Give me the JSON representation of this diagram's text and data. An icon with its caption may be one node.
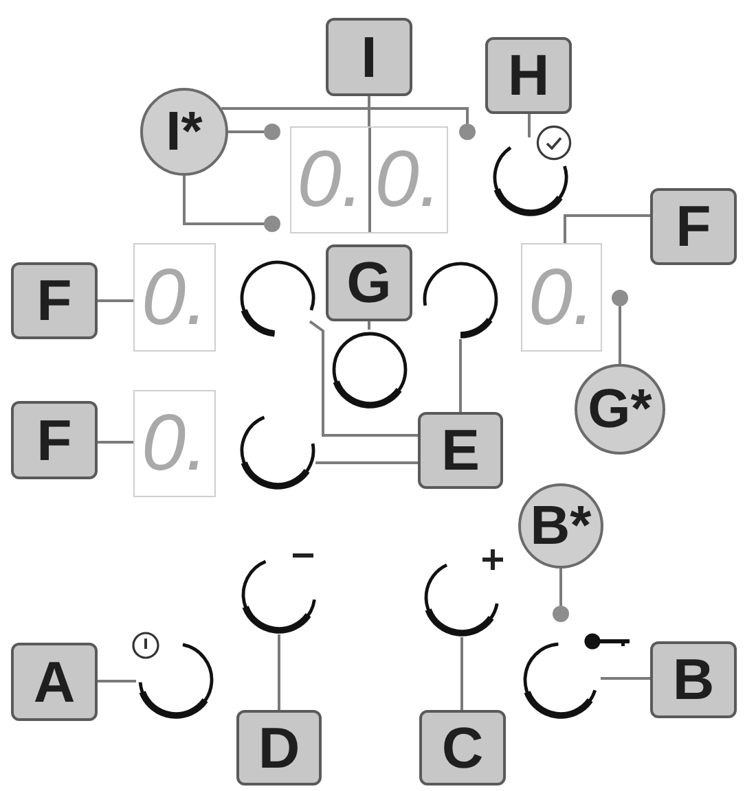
{
  "diagram": {
    "nodes": [
      {
        "text": [
          "I"
        ]
      },
      {
        "text": [
          "H"
        ]
      },
      {
        "text": [
          "I*"
        ]
      },
      {
        "text": [
          "0.",
          "0."
        ]
      },
      {
        "text": [],
        "shape": "dot"
      },
      {
        "text": [],
        "shape": "dot"
      },
      {
        "text": [],
        "shape": "ring"
      },
      {
        "text": [
          "F"
        ]
      },
      {
        "text": [],
        "shape": "dot"
      },
      {
        "text": [
          "F"
        ]
      },
      {
        "text": [
          "0."
        ]
      },
      {
        "text": [],
        "shape": "ring"
      },
      {
        "text": [
          "G"
        ]
      },
      {
        "text": [],
        "shape": "ring"
      },
      {
        "text": [
          "0."
        ]
      },
      {
        "text": [],
        "shape": "dot"
      },
      {
        "text": [],
        "shape": "ring"
      },
      {
        "text": [
          "G*"
        ]
      },
      {
        "text": [
          "F"
        ]
      },
      {
        "text": [
          "0."
        ]
      },
      {
        "text": [],
        "shape": "ring"
      },
      {
        "text": [
          "E"
        ]
      },
      {
        "text": [
          "B*"
        ]
      },
      {
        "text": [],
        "shape": "ring"
      },
      {
        "text": [],
        "shape": "ring"
      },
      {
        "text": [],
        "shape": "dot"
      },
      {
        "text": [
          "A"
        ]
      },
      {
        "text": [],
        "shape": "ring"
      },
      {
        "text": [],
        "shape": "ring"
      },
      {
        "text": [
          "B"
        ]
      },
      {
        "text": [
          "D"
        ]
      },
      {
        "text": [
          "C"
        ]
      }
    ],
    "edges": [
      {
        "from": 0,
        "to": 3,
        "arrow": "none"
      },
      {
        "from": 2,
        "to": 4,
        "arrow": "none"
      },
      {
        "from": 2,
        "to": 5,
        "arrow": "none"
      },
      {
        "from": 2,
        "to": 8,
        "arrow": "none"
      },
      {
        "from": 1,
        "to": 6,
        "arrow": "none"
      },
      {
        "from": 7,
        "to": 14,
        "arrow": "none"
      },
      {
        "from": 9,
        "to": 10,
        "arrow": "none"
      },
      {
        "from": 12,
        "to": 16,
        "arrow": "none"
      },
      {
        "from": 17,
        "to": 15,
        "arrow": "none"
      },
      {
        "from": 18,
        "to": 19,
        "arrow": "none"
      },
      {
        "from": 21,
        "to": 13,
        "arrow": "none"
      },
      {
        "from": 21,
        "to": 11,
        "arrow": "none"
      },
      {
        "from": 21,
        "to": 20,
        "arrow": "none"
      },
      {
        "from": 22,
        "to": 25,
        "arrow": "none"
      },
      {
        "from": 26,
        "to": 27,
        "arrow": "none"
      },
      {
        "from": 29,
        "to": 28,
        "arrow": "none"
      },
      {
        "from": 30,
        "to": 23,
        "arrow": "none"
      },
      {
        "from": 31,
        "to": 24,
        "arrow": "none"
      }
    ]
  }
}
